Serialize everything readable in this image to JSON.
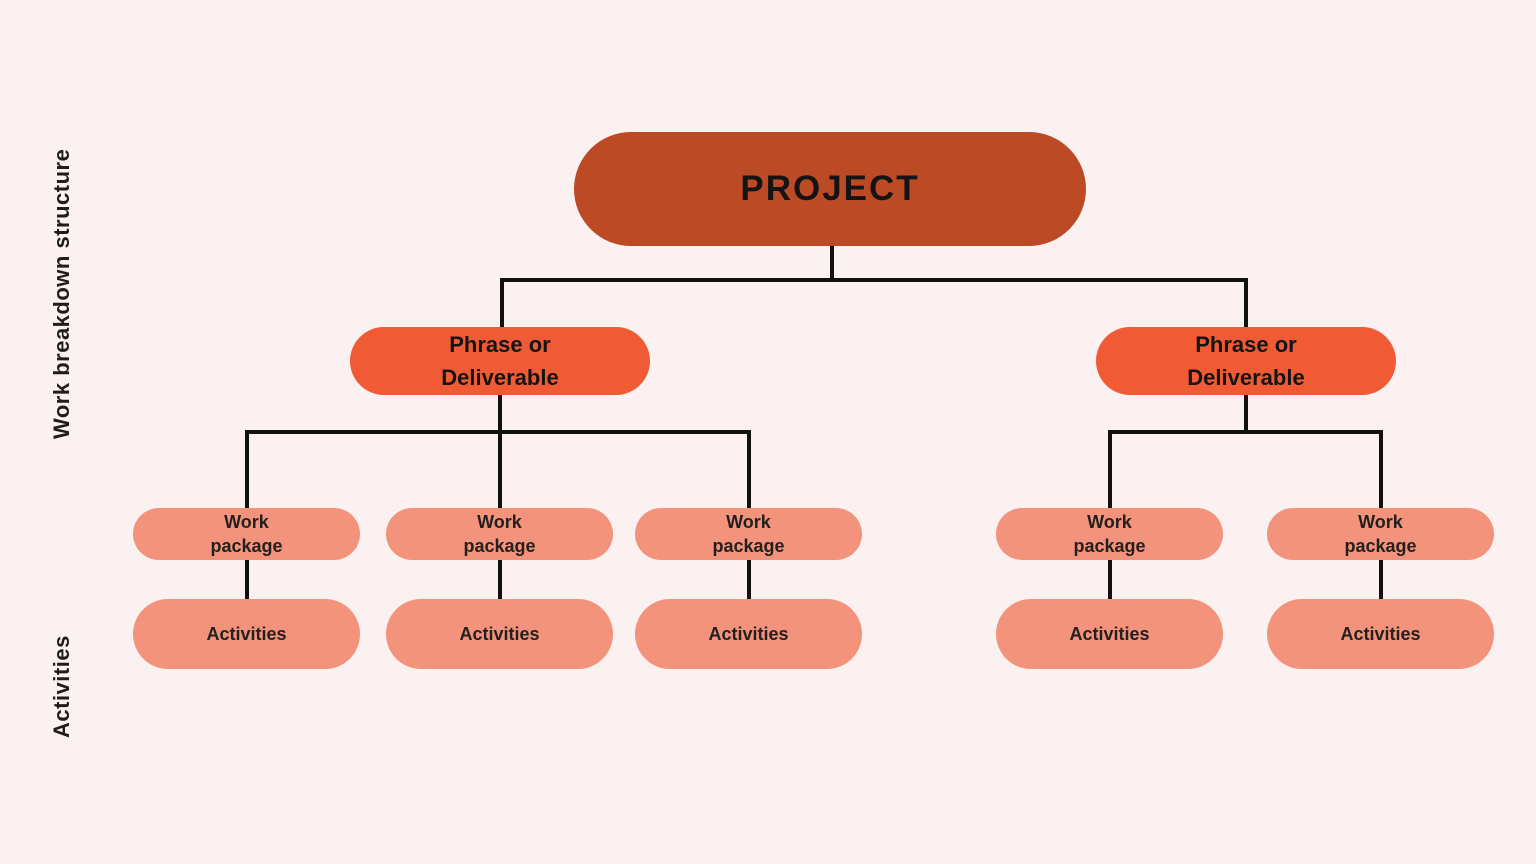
{
  "colors": {
    "background": "#faf1f0",
    "root_fill": "#bc4a25",
    "branch_fill": "#f05b35",
    "leaf_fill": "#f4937b",
    "text": "#1e1d1b",
    "connector": "#111111"
  },
  "side_labels": {
    "work_breakdown_structure": "Work breakdown structure",
    "activities": "Activities"
  },
  "diagram": {
    "root": {
      "label": "PROJECT"
    },
    "branches": [
      {
        "label": "Phrase or\nDeliverable",
        "work_packages": [
          {
            "label": "Work\npackage",
            "activity": "Activities"
          },
          {
            "label": "Work\npackage",
            "activity": "Activities"
          },
          {
            "label": "Work\npackage",
            "activity": "Activities"
          }
        ]
      },
      {
        "label": "Phrase or\nDeliverable",
        "work_packages": [
          {
            "label": "Work\npackage",
            "activity": "Activities"
          },
          {
            "label": "Work\npackage",
            "activity": "Activities"
          }
        ]
      }
    ]
  }
}
